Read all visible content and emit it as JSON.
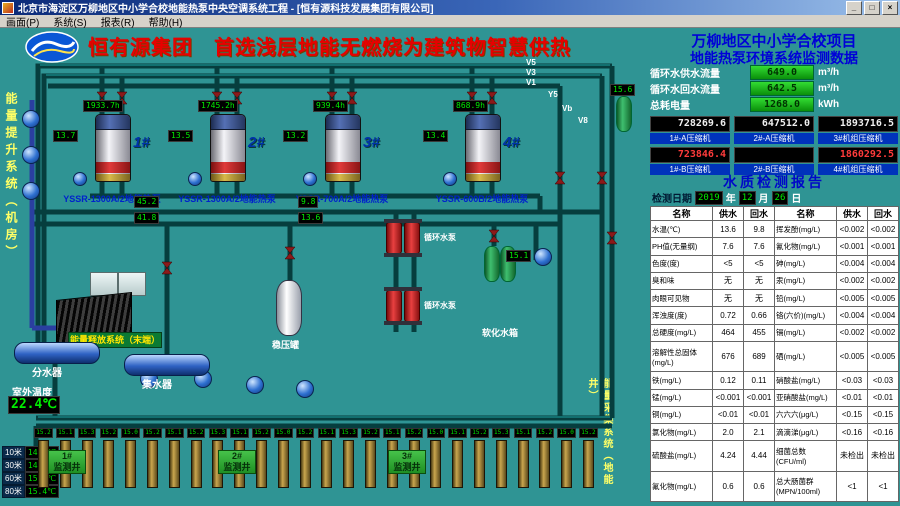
{
  "window": {
    "title": "北京市海淀区万柳地区中小学合校地能热泵中央空调系统工程 - [恒有源科技发展集团有限公司]",
    "btn_min": "_",
    "btn_max": "□",
    "btn_close": "×"
  },
  "menu": {
    "items": [
      "画面(P)",
      "系统(S)",
      "报表(R)",
      "帮助(H)"
    ]
  },
  "banner": {
    "title": "恒有源集团　首选浅层地能无燃烧为建筑物智慧供热"
  },
  "left_strip": {
    "label": "能量提升系统（机房）"
  },
  "right_strip": {
    "label": "能量采集系统（地能井）"
  },
  "top_labels": [
    "V5",
    "V3",
    "V1",
    "Y5",
    "Vb",
    "V8"
  ],
  "monitor": {
    "title_line1": "万柳地区中小学合校项目",
    "title_line2": "地能热泵环境系统监测数据",
    "flows": [
      {
        "label": "循环水供水流量",
        "value": "649.0",
        "unit": "m³/h"
      },
      {
        "label": "循环水回水流量",
        "value": "642.5",
        "unit": "m³/h"
      },
      {
        "label": "总耗电量",
        "value": "1268.0",
        "unit": "kWh"
      }
    ],
    "energy": [
      {
        "value": "728269.6",
        "label": "1#-A压缩机"
      },
      {
        "value": "647512.0",
        "label": "2#-A压缩机"
      },
      {
        "value": "1893716.5",
        "label": "3#机组压缩机"
      },
      {
        "value": "723846.4",
        "label": "1#-B压缩机"
      },
      {
        "value": "",
        "label": "2#-B压缩机"
      },
      {
        "value": "1860292.5",
        "label": "4#机组压缩机"
      }
    ]
  },
  "water_report": {
    "title": "水质检测报告",
    "date_label": "检测日期",
    "year": "2019",
    "year_unit": "年",
    "month": "12",
    "month_unit": "月",
    "day": "26",
    "day_unit": "日",
    "headers": [
      "名称",
      "供水",
      "回水",
      "名称",
      "供水",
      "回水"
    ],
    "rows": [
      [
        "水温(℃)",
        "13.6",
        "9.8",
        "挥发酚(mg/L)",
        "<0.002",
        "<0.002"
      ],
      [
        "PH值(无量纲)",
        "7.6",
        "7.6",
        "氰化物(mg/L)",
        "<0.001",
        "<0.001"
      ],
      [
        "色度(度)",
        "<5",
        "<5",
        "砷(mg/L)",
        "<0.004",
        "<0.004"
      ],
      [
        "臭和味",
        "无",
        "无",
        "汞(mg/L)",
        "<0.002",
        "<0.002"
      ],
      [
        "肉眼可见物",
        "无",
        "无",
        "铅(mg/L)",
        "<0.005",
        "<0.005"
      ],
      [
        "浑浊度(度)",
        "0.72",
        "0.66",
        "铬(六价)(mg/L)",
        "<0.004",
        "<0.004"
      ],
      [
        "总硬度(mg/L)",
        "464",
        "455",
        "镉(mg/L)",
        "<0.002",
        "<0.002"
      ],
      [
        "溶解性总固体(mg/L)",
        "676",
        "689",
        "硒(mg/L)",
        "<0.005",
        "<0.005"
      ],
      [
        "铁(mg/L)",
        "0.12",
        "0.11",
        "硝酸盐(mg/L)",
        "<0.03",
        "<0.03"
      ],
      [
        "锰(mg/L)",
        "<0.001",
        "<0.001",
        "亚硝酸盐(mg/L)",
        "<0.01",
        "<0.01"
      ],
      [
        "铜(mg/L)",
        "<0.01",
        "<0.01",
        "六六六(μg/L)",
        "<0.15",
        "<0.15"
      ],
      [
        "氯化物(mg/L)",
        "2.0",
        "2.1",
        "滴滴涕(μg/L)",
        "<0.16",
        "<0.16"
      ],
      [
        "硫酸盐(mg/L)",
        "4.24",
        "4.44",
        "细菌总数(CFU/ml)",
        "未检出",
        "未检出"
      ],
      [
        "氟化物(mg/L)",
        "0.6",
        "0.6",
        "总大肠菌群(MPN/100ml)",
        "<1",
        "<1"
      ]
    ]
  },
  "units": [
    {
      "no": "1#",
      "model": "YSSR-1300A/2地能热泵",
      "hours": "1933.7h",
      "temp": "13.7"
    },
    {
      "no": "2#",
      "model": "YSSR-1300A/2地能热泵",
      "hours": "1745.2h",
      "temp": "13.5"
    },
    {
      "no": "3#",
      "model": "YSSR-700A/2地能热泵",
      "hours": "939.4h",
      "temp": "13.2"
    },
    {
      "no": "4#",
      "model": "YSSR-600B/2地能热泵",
      "hours": "868.9h",
      "temp": "13.4"
    }
  ],
  "gauges": [
    "45.2",
    "41.8",
    "9.8",
    "13.6",
    "15.1",
    "15.6"
  ],
  "equipment": {
    "divider": "分水器",
    "collector": "集水器",
    "soft_tank": "软化水箱",
    "pressure_tank": "稳压罐",
    "pump_label1": "循环水泵",
    "pump_label2": "循环水泵",
    "release_label": "能量释放系统（末端）",
    "outdoor_label": "室外温度",
    "outdoor_temp": "22.4℃"
  },
  "depths": [
    {
      "depth": "10米",
      "temp": "14.1℃"
    },
    {
      "depth": "30米",
      "temp": "14.5℃"
    },
    {
      "depth": "60米",
      "temp": "15.2℃"
    },
    {
      "depth": "80米",
      "temp": "15.4℃"
    }
  ],
  "wells": {
    "labels": [
      {
        "no": "1#",
        "name": "监测井"
      },
      {
        "no": "2#",
        "name": "监测井"
      },
      {
        "no": "3#",
        "name": "监测井"
      }
    ],
    "values": [
      "15.2",
      "15.1",
      "15.3",
      "15.2",
      "15.0",
      "15.2",
      "15.1",
      "15.2",
      "15.3",
      "15.1",
      "15.2",
      "15.0",
      "15.2",
      "15.1",
      "15.3",
      "15.2",
      "15.1",
      "15.2",
      "15.0",
      "15.1",
      "15.2",
      "15.3",
      "15.1",
      "15.2",
      "15.0",
      "15.2"
    ]
  }
}
